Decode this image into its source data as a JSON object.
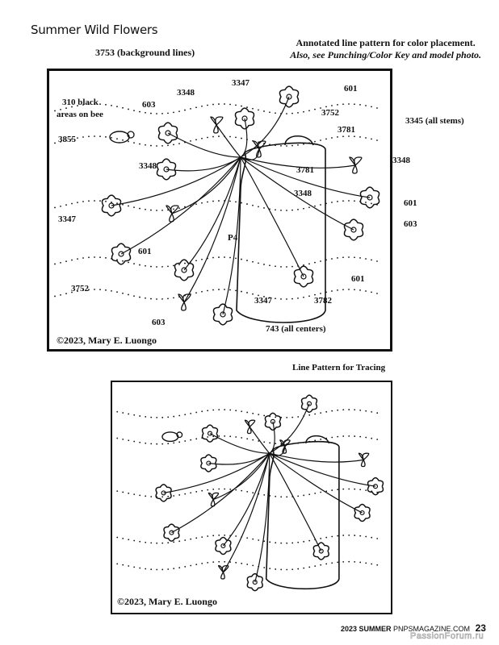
{
  "page_title": "Summer Wild Flowers",
  "note": {
    "line1": "Annotated line pattern for color placement.",
    "line2": "Also, see Punching/Color Key and model photo."
  },
  "annotated_pattern": {
    "labels": {
      "background_lines": "3753 (background lines)",
      "bee_black_1": "310 black",
      "bee_black_2": "areas on bee",
      "bee": "3855",
      "flower_603_top": "603",
      "leaf_3348_top": "3348",
      "leaf_3347_top": "3347",
      "flower_601_top": "601",
      "bg_3752_top": "3752",
      "jar_3781_top": "3781",
      "stems": "3345 (all stems)",
      "leaf_3348_right": "3348",
      "jar_3781_mid": "3781",
      "leaf_3348_jar": "3348",
      "flower_601_right": "601",
      "flower_603_right": "603",
      "leaf_3348_left": "3348",
      "leaf_3347_left": "3347",
      "flower_601_left": "601",
      "jar_p4": "P4",
      "flower_601_bottom": "601",
      "bg_3752_bottom": "3752",
      "leaf_3347_bottom": "3347",
      "jar_3782": "3782",
      "flower_603_bottom": "603",
      "centers": "743 (all centers)"
    },
    "copyright": "©2023, Mary E. Luongo"
  },
  "tracing_pattern": {
    "heading": "Line Pattern for Tracing",
    "copyright": "©2023, Mary E. Luongo"
  },
  "footer": {
    "issue": "2023 SUMMER",
    "site": "PNPSMAGAZINE.COM",
    "page_number": "23",
    "watermark": "PassionForum.ru"
  }
}
